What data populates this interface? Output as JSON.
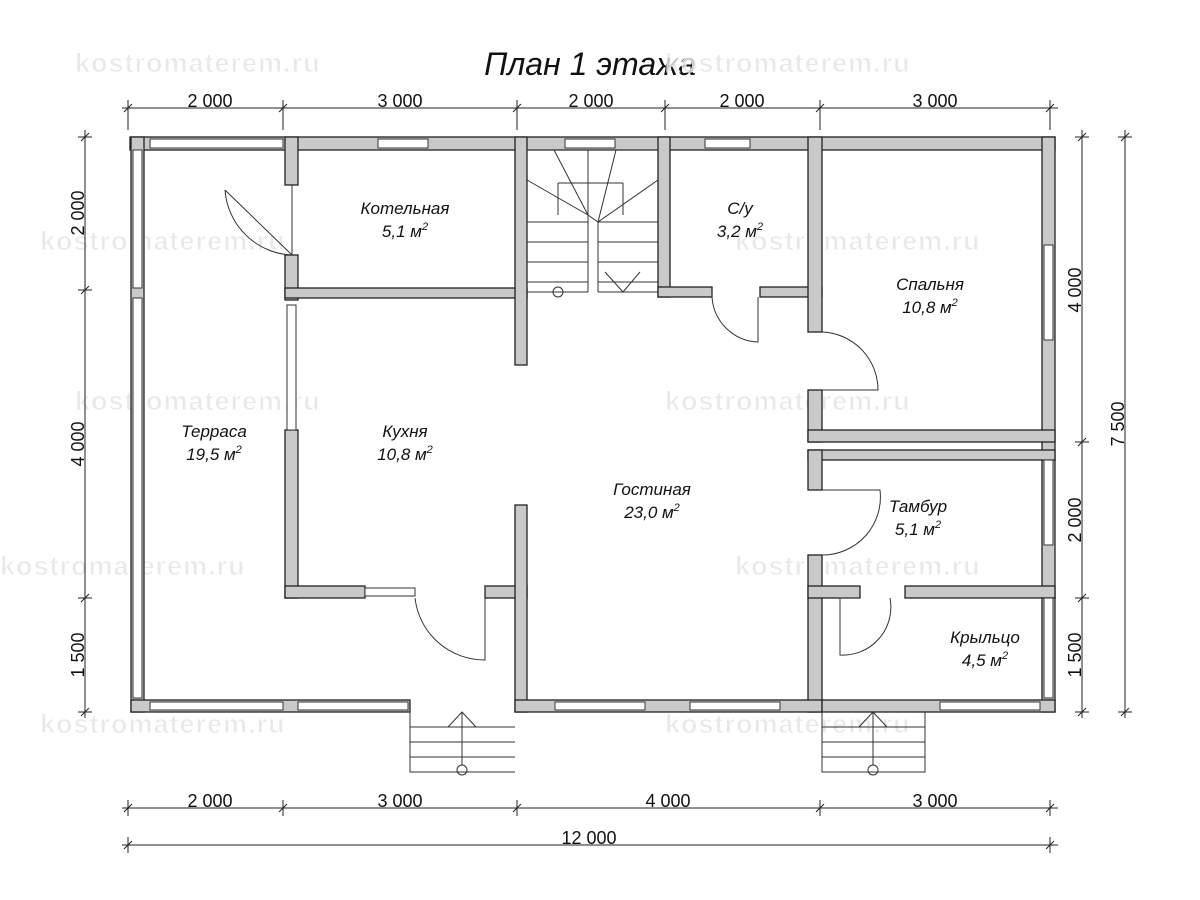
{
  "title": "План 1 этажа",
  "watermark": "kostromaterem.ru",
  "rooms": [
    {
      "name": "Котельная",
      "area": "5,1 м",
      "sup": "2"
    },
    {
      "name": "С/у",
      "area": "3,2 м",
      "sup": "2"
    },
    {
      "name": "Спальня",
      "area": "10,8 м",
      "sup": "2"
    },
    {
      "name": "Терраса",
      "area": "19,5 м",
      "sup": "2"
    },
    {
      "name": "Кухня",
      "area": "10,8 м",
      "sup": "2"
    },
    {
      "name": "Гостиная",
      "area": "23,0 м",
      "sup": "2"
    },
    {
      "name": "Тамбур",
      "area": "5,1 м",
      "sup": "2"
    },
    {
      "name": "Крыльцо",
      "area": "4,5 м",
      "sup": "2"
    }
  ],
  "dims": {
    "top": [
      "2 000",
      "3 000",
      "2 000",
      "2 000",
      "3 000"
    ],
    "bottom": [
      "2 000",
      "3 000",
      "4 000",
      "3 000"
    ],
    "total_width": "12 000",
    "left": [
      "2 000",
      "4 000",
      "1 500"
    ],
    "right": [
      "4 000",
      "2 000",
      "1 500"
    ],
    "total_height": "7 500"
  }
}
